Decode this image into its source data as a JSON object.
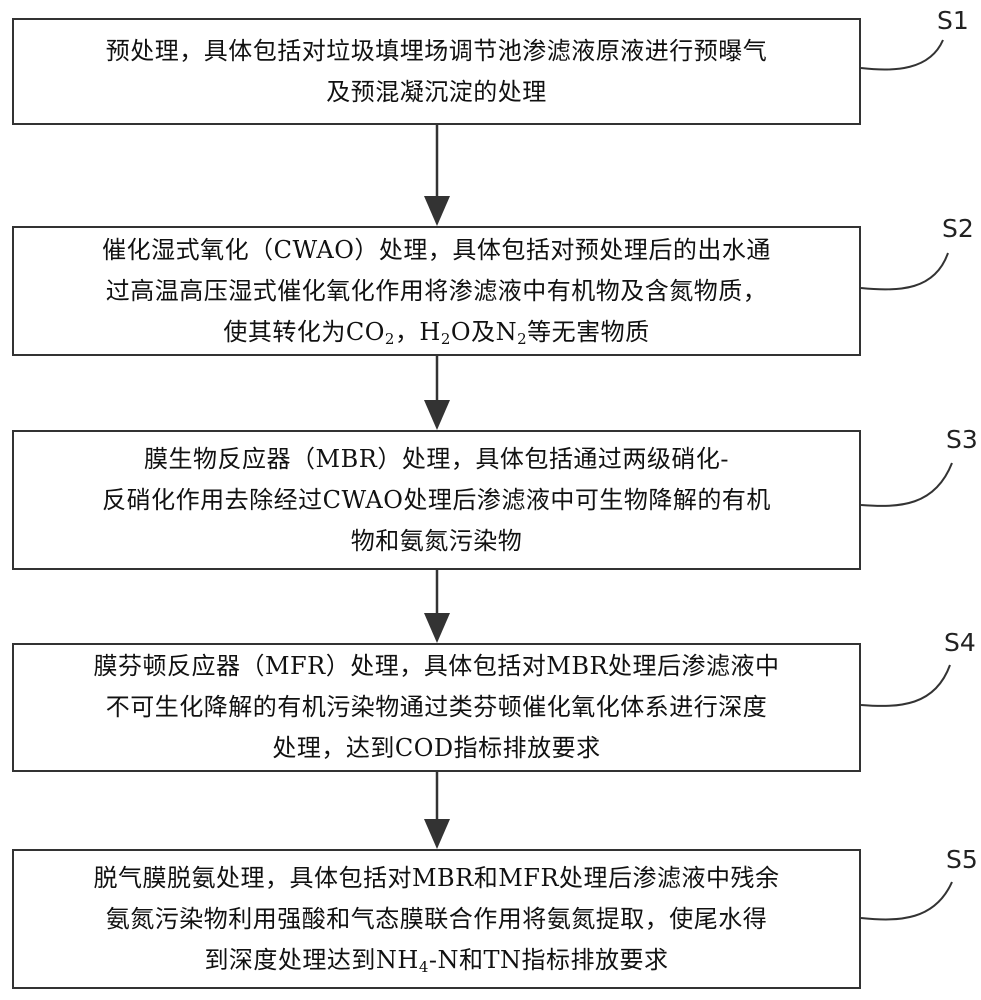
{
  "steps": [
    {
      "id": "S1",
      "label": "S1",
      "lines": [
        [
          {
            "t": "预处理，具体包括对垃圾填埋场调节池渗滤液原液进行预曝气"
          }
        ],
        [
          {
            "t": "及预混凝沉淀的处理"
          }
        ]
      ]
    },
    {
      "id": "S2",
      "label": "S2",
      "lines": [
        [
          {
            "t": "催化湿式氧化（CWAO）处理，具体包括对预处理后的出水通"
          }
        ],
        [
          {
            "t": "过高温高压湿式催化氧化作用将渗滤液中有机物及含氮物质，"
          }
        ],
        [
          {
            "t": "使其转化为CO"
          },
          {
            "t": "2",
            "sub": true
          },
          {
            "t": "，H"
          },
          {
            "t": "2",
            "sub": true
          },
          {
            "t": "O及N"
          },
          {
            "t": "2",
            "sub": true
          },
          {
            "t": "等无害物质"
          }
        ]
      ]
    },
    {
      "id": "S3",
      "label": "S3",
      "lines": [
        [
          {
            "t": "膜生物反应器（MBR）处理，具体包括通过两级硝化-"
          }
        ],
        [
          {
            "t": "反硝化作用去除经过CWAO处理后渗滤液中可生物降解的有机"
          }
        ],
        [
          {
            "t": "物和氨氮污染物"
          }
        ]
      ]
    },
    {
      "id": "S4",
      "label": "S4",
      "lines": [
        [
          {
            "t": "膜芬顿反应器（MFR）处理，具体包括对MBR处理后渗滤液中"
          }
        ],
        [
          {
            "t": "不可生化降解的有机污染物通过类芬顿催化氧化体系进行深度"
          }
        ],
        [
          {
            "t": "处理，达到COD指标排放要求"
          }
        ]
      ]
    },
    {
      "id": "S5",
      "label": "S5",
      "lines": [
        [
          {
            "t": "脱气膜脱氨处理，具体包括对MBR和MFR处理后渗滤液中残余"
          }
        ],
        [
          {
            "t": "氨氮污染物利用强酸和气态膜联合作用将氨氮提取，使尾水得"
          }
        ],
        [
          {
            "t": "到深度处理达到NH"
          },
          {
            "t": "4",
            "sub": true
          },
          {
            "t": "-N和TN指标排放要求"
          }
        ]
      ]
    }
  ]
}
